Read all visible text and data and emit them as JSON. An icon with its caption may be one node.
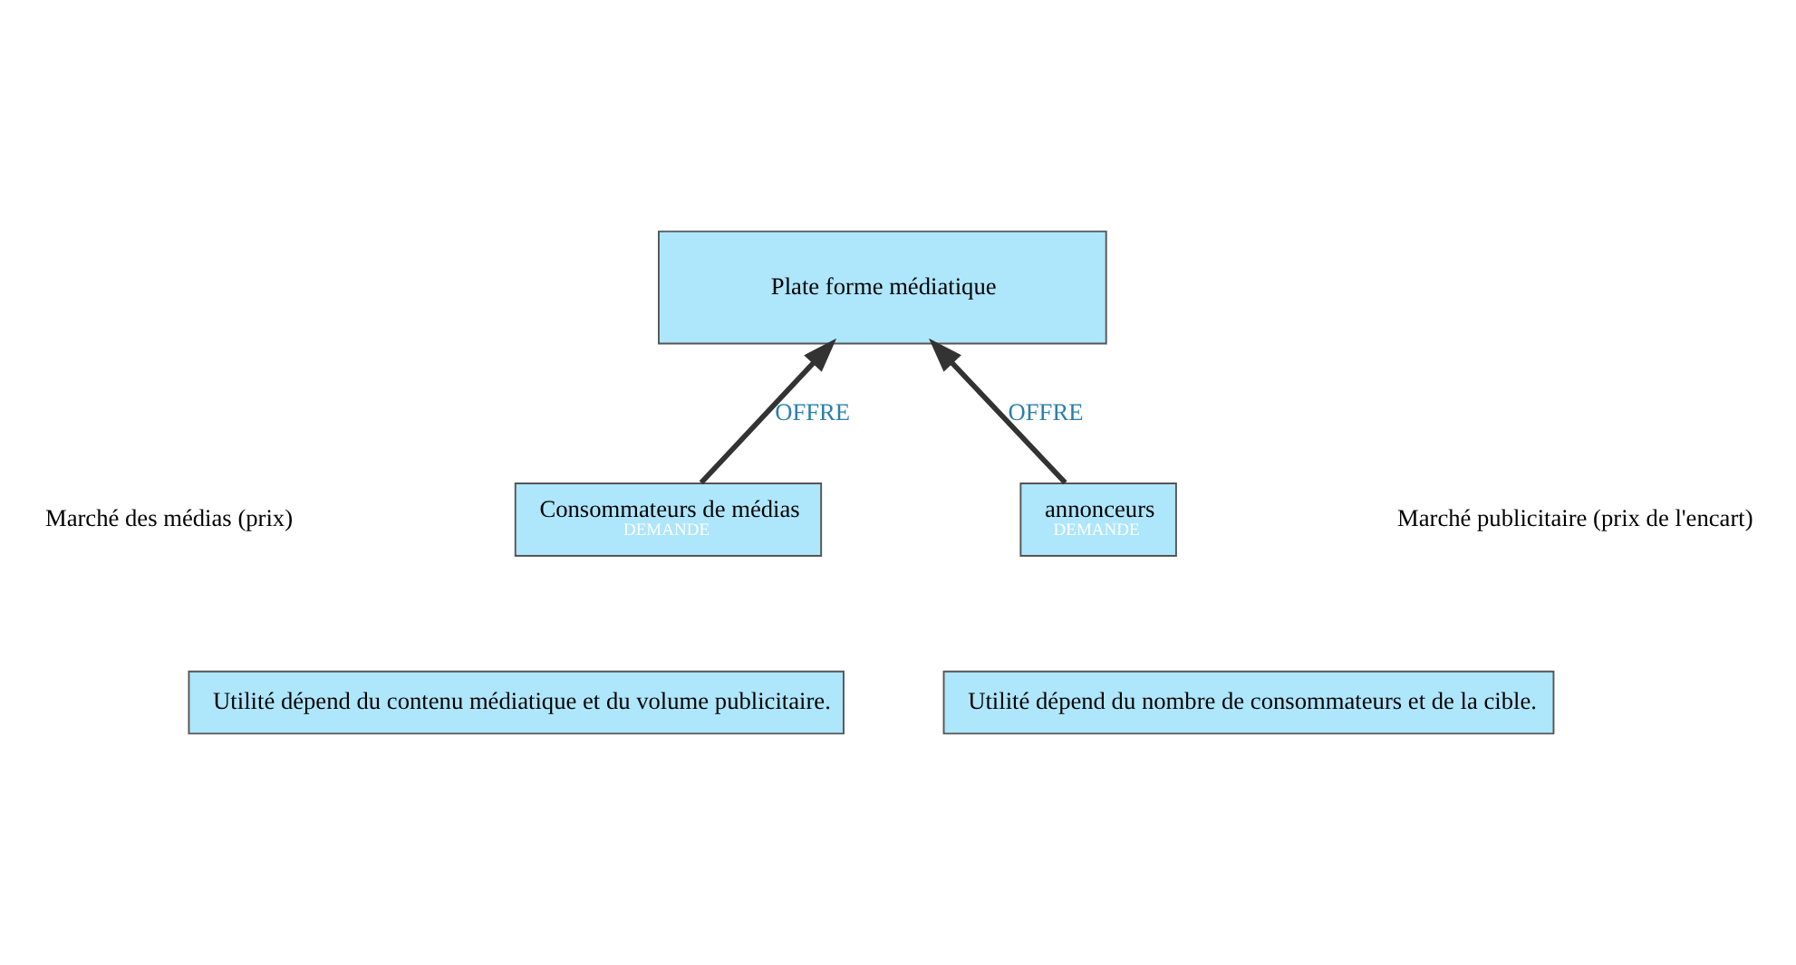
{
  "diagram": {
    "nodes": [
      {
        "text": [
          "Plate forme médiatique"
        ]
      },
      {
        "text": [
          "Consommateurs de médias",
          "DEMANDE"
        ]
      },
      {
        "text": [
          "annonceurs",
          "DEMANDE"
        ]
      },
      {
        "text": [
          "Utilité dépend du contenu médiatique et du volume publicitaire."
        ]
      },
      {
        "text": [
          "Utilité dépend du nombre de consommateurs et de la cible."
        ]
      }
    ],
    "edges": [
      {
        "from": 1,
        "to": 0,
        "arrow": "to",
        "label": "OFFRE"
      },
      {
        "from": 2,
        "to": 0,
        "arrow": "to",
        "label": "OFFRE"
      }
    ],
    "labels": [
      "Marché des médias (prix)",
      "Marché publicitaire (prix de l'encart)"
    ]
  }
}
